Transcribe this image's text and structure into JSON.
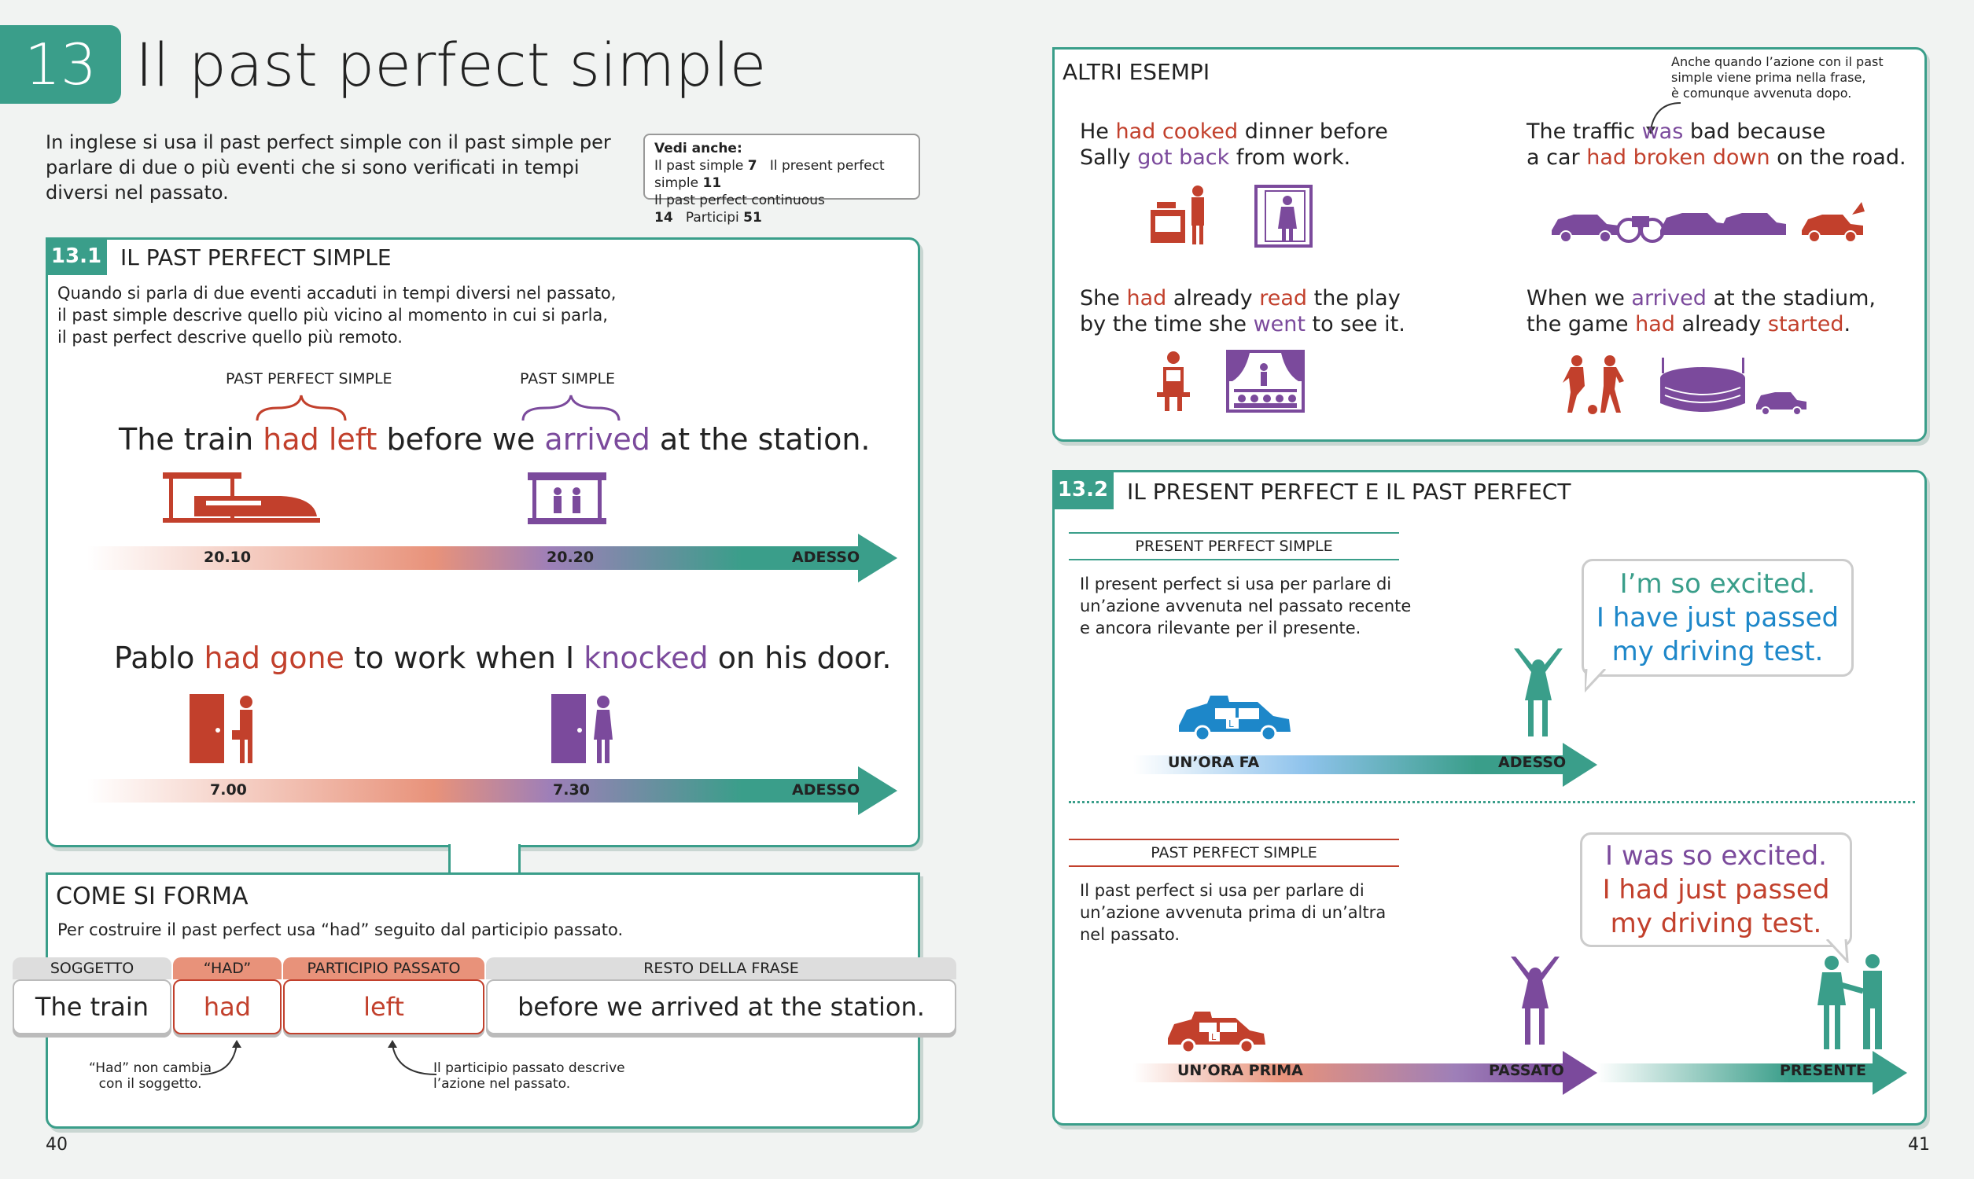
{
  "chapter": {
    "number": "13",
    "title": "Il past perfect simple"
  },
  "intro": [
    "In inglese si usa il past perfect simple con il past simple per",
    "parlare di due o più eventi che si sono verificati in tempi",
    "diversi nel passato."
  ],
  "see_also": {
    "heading": "Vedi anche:",
    "line1a": "Il past simple ",
    "line1a_n": "7",
    "line1b": "Il present perfect simple ",
    "line1b_n": "11",
    "line2a": "Il past perfect continuous ",
    "line2a_n": "14",
    "line2b": "Participi ",
    "line2b_n": "51"
  },
  "s131": {
    "num": "13.1",
    "title": "IL PAST PERFECT SIMPLE",
    "desc": [
      "Quando si parla di due eventi accaduti in tempi diversi nel passato,",
      "il past simple descrive quello più vicino al momento in cui si parla,",
      "il past perfect descrive quello più remoto."
    ],
    "label_pps": "PAST PERFECT SIMPLE",
    "label_ps": "PAST SIMPLE",
    "ex1": {
      "a": "The train ",
      "b": "had left",
      "c": " before we ",
      "d": "arrived",
      "e": " at the station."
    },
    "tl1": {
      "t1": "20.10",
      "t2": "20.20",
      "now": "ADESSO"
    },
    "ex2": {
      "a": "Pablo ",
      "b": "had gone",
      "c": " to work when I ",
      "d": "knocked",
      "e": " on his door."
    },
    "tl2": {
      "t1": "7.00",
      "t2": "7.30",
      "now": "ADESSO"
    }
  },
  "form": {
    "title": "COME SI FORMA",
    "desc": "Per costruire il past perfect usa “had” seguito dal participio passato.",
    "heads": [
      "SOGGETTO",
      "“HAD”",
      "PARTICIPIO PASSATO",
      "RESTO DELLA FRASE"
    ],
    "pieces": [
      "The train",
      "had",
      "left",
      "before we arrived at the station."
    ],
    "note1": [
      "“Had” non cambia",
      "con il soggetto."
    ],
    "note2": [
      "Il participio passato descrive",
      "l’azione nel passato."
    ]
  },
  "other": {
    "title": "ALTRI ESEMPI",
    "note": [
      "Anche quando l’azione con il past",
      "simple viene prima nella frase,",
      "è comunque avvenuta dopo."
    ],
    "e1": {
      "a": "He ",
      "b": "had cooked",
      "c": " dinner before",
      "d": "Sally ",
      "e": "got back",
      "f": " from work."
    },
    "e2": {
      "a": "The traffic ",
      "b": "was",
      "c": " bad because",
      "d": "a car ",
      "e": "had broken down",
      "f": " on the road."
    },
    "e3": {
      "a": "She ",
      "b": "had",
      "c": " already ",
      "d": "read",
      "e": " the play",
      "f": "by the time she ",
      "g": "went",
      "h": " to see it."
    },
    "e4": {
      "a": "When we ",
      "b": "arrived",
      "c": " at the stadium,",
      "d": "the game ",
      "e": "had",
      "f": " already ",
      "g": "started",
      "h": "."
    }
  },
  "s132": {
    "num": "13.2",
    "title": "IL PRESENT PERFECT E IL PAST PERFECT",
    "pres_label": "PRESENT PERFECT SIMPLE",
    "pres_desc": [
      "Il present perfect si usa per parlare di",
      "un’azione avvenuta nel passato recente",
      "e ancora rilevante per il presente."
    ],
    "pres_speech": [
      "I’m so excited.",
      "I have just passed",
      "my driving test."
    ],
    "pres_tl": {
      "t1": "UN’ORA FA",
      "now": "ADESSO"
    },
    "past_label": "PAST PERFECT SIMPLE",
    "past_desc": [
      "Il past perfect si usa per parlare di",
      "un’azione avvenuta prima di un’altra",
      "nel passato."
    ],
    "past_speech": [
      "I was so excited.",
      "I had just passed",
      "my driving test."
    ],
    "past_tl": {
      "t1": "UN’ORA PRIMA",
      "t2": "PASSATO",
      "now": "PRESENTE"
    }
  },
  "pages": {
    "left": "40",
    "right": "41"
  },
  "colors": {
    "teal": "#3a9e8a",
    "red": "#c2402c",
    "purple": "#7b4a9c",
    "blue": "#1d87c9"
  }
}
